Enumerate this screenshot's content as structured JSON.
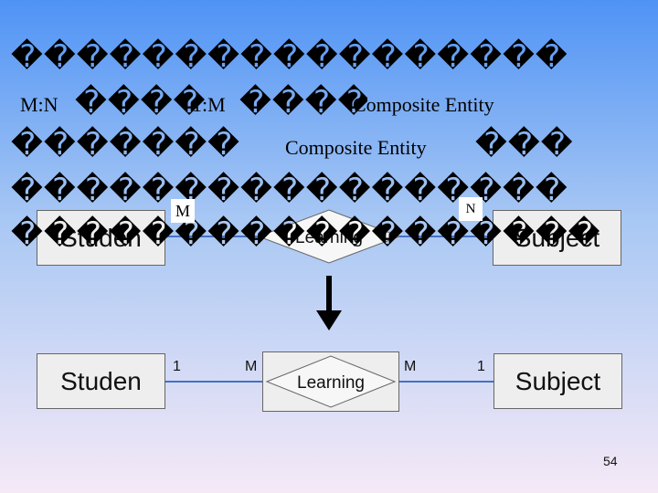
{
  "slide": {
    "line1_garble": "�����������������",
    "line2_left": "M:N",
    "line2_garble_a": "����",
    "line2_onem": "1:M",
    "line2_garble_b": "��������",
    "line2_composite": "Composite Entity",
    "line3_garble_a": "�������",
    "line3_composite": "Composite Entity",
    "line3_garble_b": "���",
    "line4_garble": "�����������������",
    "line5_garble": "������������������",
    "page_number": "54"
  },
  "top_diagram": {
    "entity_left": "Studen",
    "relationship": "Learning",
    "entity_right": "Subject",
    "label_left": "M",
    "label_right": "N"
  },
  "bottom_diagram": {
    "entity_left": "Studen",
    "relationship": "Learning",
    "entity_right": "Subject",
    "labels": [
      "1",
      "M",
      "M",
      "1"
    ]
  },
  "colors": {
    "connector": "#4472c4",
    "entity_fill": "#eeeeee",
    "arrow": "#000000"
  }
}
